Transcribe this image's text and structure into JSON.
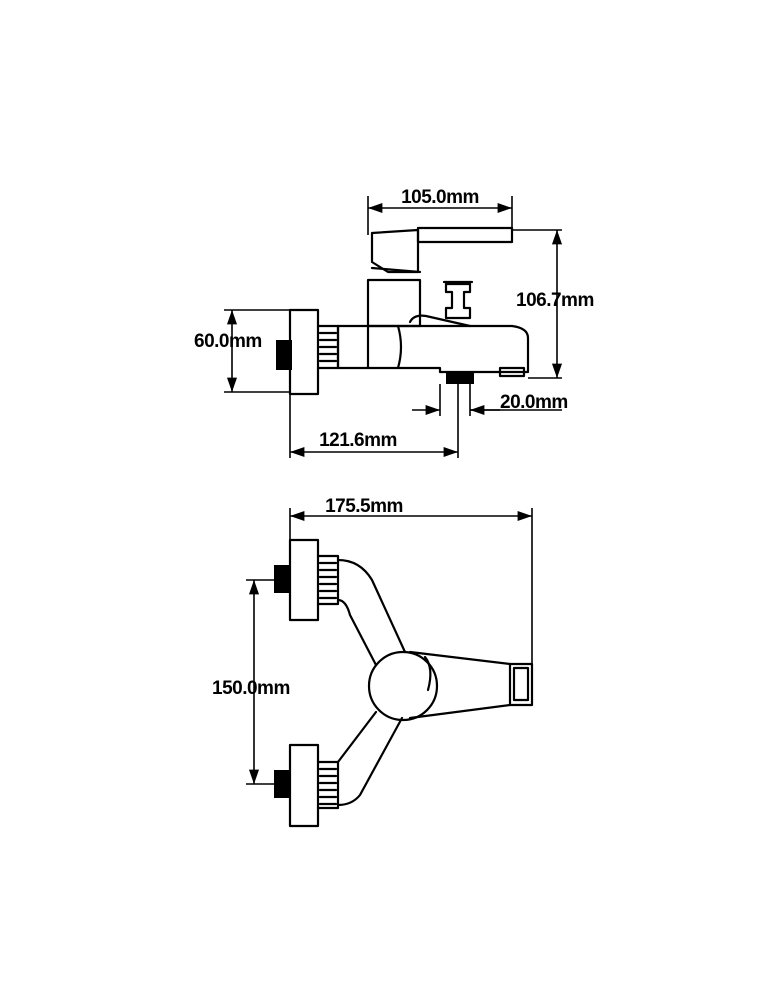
{
  "dimensions": {
    "spout_width": "105.0mm",
    "height": "106.7mm",
    "flange_height": "60.0mm",
    "diverter_width": "20.0mm",
    "depth": "121.6mm",
    "overall_length": "175.5mm",
    "inlet_spacing": "150.0mm"
  },
  "colors": {
    "line": "#000000",
    "background": "#ffffff"
  }
}
